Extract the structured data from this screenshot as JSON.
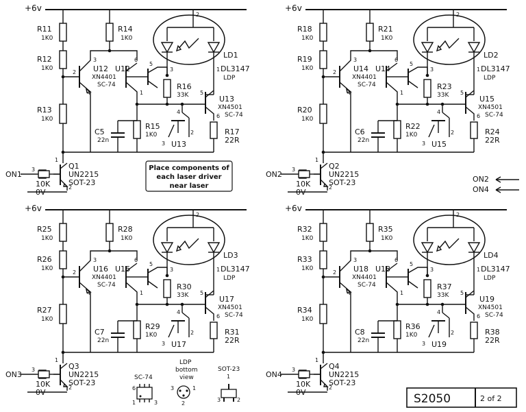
{
  "rail": "+6v",
  "circuits": [
    {
      "r_top1": "R11",
      "r_top1_val": "1K0",
      "r_top2": "R12",
      "r_top2_val": "1K0",
      "r_bot": "R13",
      "r_bot_val": "1K0",
      "r_col": "R14",
      "r_col_val": "1K0",
      "r_mid": "R16",
      "r_mid_val": "33K",
      "r_lo": "R15",
      "r_lo_val": "1K0",
      "r_out": "R17",
      "r_out_val": "22R",
      "cap": "C5",
      "cap_val": "22n",
      "u_a": "U12",
      "u_a_part": "XN4401",
      "u_a_pkg": "SC-74",
      "u_a_b": "U12",
      "u_c": "U13",
      "u_c_part": "XN4501",
      "u_c_pkg": "SC-74",
      "u_c_b": "U13",
      "q": "Q1",
      "q_part": "UN2215",
      "q_pkg": "SOT-23",
      "in": "ON1",
      "in_r": "10K",
      "gnd": "0V",
      "ld": "LD1",
      "ld_part": "DL3147",
      "ld_type": "LDP"
    },
    {
      "r_top1": "R18",
      "r_top1_val": "1K0",
      "r_top2": "R19",
      "r_top2_val": "1K0",
      "r_bot": "R20",
      "r_bot_val": "1K0",
      "r_col": "R21",
      "r_col_val": "1K0",
      "r_mid": "R23",
      "r_mid_val": "33K",
      "r_lo": "R22",
      "r_lo_val": "1K0",
      "r_out": "R24",
      "r_out_val": "22R",
      "cap": "C6",
      "cap_val": "22n",
      "u_a": "U14",
      "u_a_part": "XN4401",
      "u_a_pkg": "SC-74",
      "u_a_b": "U14",
      "u_c": "U15",
      "u_c_part": "XN4501",
      "u_c_pkg": "SC-74",
      "u_c_b": "U15",
      "q": "Q2",
      "q_part": "UN2215",
      "q_pkg": "SOT-23",
      "in": "ON2",
      "in_r": "10K",
      "gnd": "0V",
      "ld": "LD2",
      "ld_part": "DL3147",
      "ld_type": "LDP"
    },
    {
      "r_top1": "R25",
      "r_top1_val": "1K0",
      "r_top2": "R26",
      "r_top2_val": "1K0",
      "r_bot": "R27",
      "r_bot_val": "1K0",
      "r_col": "R28",
      "r_col_val": "1K0",
      "r_mid": "R30",
      "r_mid_val": "33K",
      "r_lo": "R29",
      "r_lo_val": "1K0",
      "r_out": "R31",
      "r_out_val": "22R",
      "cap": "C7",
      "cap_val": "22n",
      "u_a": "U16",
      "u_a_part": "XN4401",
      "u_a_pkg": "SC-74",
      "u_a_b": "U16",
      "u_c": "U17",
      "u_c_part": "XN4501",
      "u_c_pkg": "SC-74",
      "u_c_b": "U17",
      "q": "Q3",
      "q_part": "UN2215",
      "q_pkg": "SOT-23",
      "in": "ON3",
      "in_r": "10K",
      "gnd": "0V",
      "ld": "LD3",
      "ld_part": "DL3147",
      "ld_type": "LDP"
    },
    {
      "r_top1": "R32",
      "r_top1_val": "1K0",
      "r_top2": "R33",
      "r_top2_val": "1K0",
      "r_bot": "R34",
      "r_bot_val": "1K0",
      "r_col": "R35",
      "r_col_val": "1K0",
      "r_mid": "R37",
      "r_mid_val": "33K",
      "r_lo": "R36",
      "r_lo_val": "1K0",
      "r_out": "R38",
      "r_out_val": "22R",
      "cap": "C8",
      "cap_val": "22n",
      "u_a": "U18",
      "u_a_part": "XN4401",
      "u_a_pkg": "SC-74",
      "u_a_b": "U18",
      "u_c": "U19",
      "u_c_part": "XN4501",
      "u_c_pkg": "SC-74",
      "u_c_b": "U19",
      "q": "Q4",
      "q_part": "UN2215",
      "q_pkg": "SOT-23",
      "in": "ON4",
      "in_r": "10K",
      "gnd": "0V",
      "ld": "LD4",
      "ld_part": "DL3147",
      "ld_type": "LDP"
    }
  ],
  "note": {
    "line1": "Place components of",
    "line2": "each laser driver",
    "line3": "near laser"
  },
  "on_arrows": {
    "a": "ON2",
    "b": "ON4"
  },
  "packages": {
    "sc74": "SC-74",
    "ldp_line1": "LDP",
    "ldp_line2": "bottom",
    "ldp_line3": "view",
    "sot23": "SOT-23"
  },
  "title_block": {
    "drawing_no": "S2050",
    "sheet": "2 of 2"
  }
}
